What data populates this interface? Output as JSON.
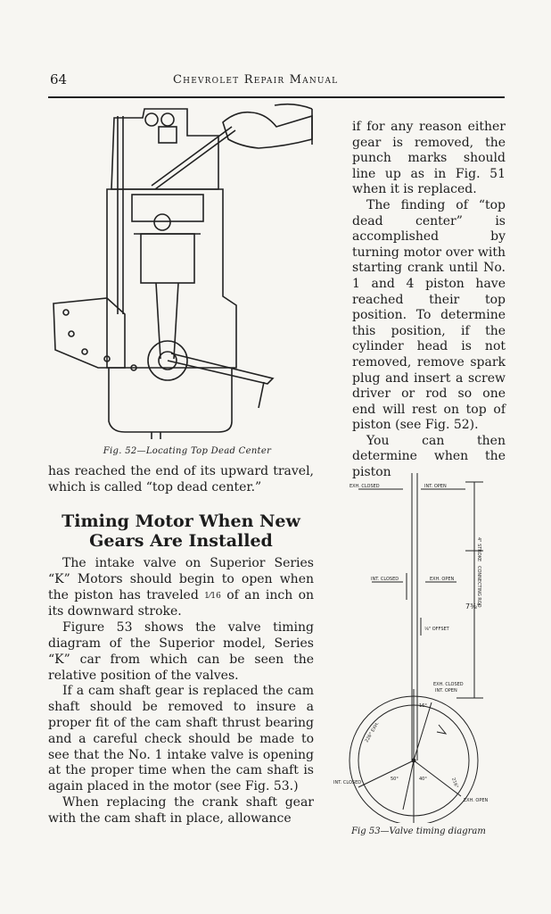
{
  "header": {
    "page_number": "64",
    "running_title": "Chevrolet Repair Manual"
  },
  "figure52": {
    "caption": "Fig. 52—Locating Top Dead Center"
  },
  "left_column": {
    "continuation": "has reached the end of its upward travel, which is called “top dead center.”",
    "heading": "Timing Motor When New Gears Are Installed",
    "paragraphs": [
      "The intake valve on Superior Series “K” Motors should begin to open when the piston has traveled",
      "of an inch on its downward stroke.",
      "Figure 53 shows the valve timing diagram of the Superior model, Series “K” car from which can be seen the relative position of the valves.",
      "If a cam shaft gear is replaced the cam shaft should be removed to insure a proper fit of the cam shaft thrust bearing and a careful check should be made to see that the No. 1 intake valve is opening at the proper time when the cam shaft is again placed in the motor (see Fig. 53.)",
      "When replacing the crank shaft gear with the cam shaft in place, allowance"
    ],
    "fraction": "1⁄16"
  },
  "right_column": {
    "paragraphs": [
      "if for any reason either gear is removed, the punch marks should line up as in Fig. 51 when it is replaced.",
      "The finding of “top dead center” is accomplished by turning motor over with starting crank until No. 1 and 4 piston have reached their top position. To determine this position, if the cylinder head is not removed, remove spark plug and insert a screw driver or rod so one end will rest on top of piston (see Fig. 52).",
      "You can then determine when the piston"
    ]
  },
  "figure53": {
    "caption": "Fig 53—Valve timing diagram",
    "labels": {
      "exh_closed_top": "EXH. CLOSED",
      "int_open_top": "INT. OPEN",
      "stroke": "4\" STROKE",
      "connecting_rod": "CONNECTING ROD",
      "rod_length": "7⅜\"",
      "int_closed_mid": "INT. CLOSED",
      "exh_open_mid": "EXH. OPEN",
      "offset": "⅛\" OFFSET",
      "exh_closed_low": "EXH. CLOSED",
      "int_open_low": "INT. OPEN",
      "int_closed_bottom": "INT. CLOSED",
      "exh_open_bottom": "EXH. OPEN",
      "angle_exh": "226° EXH.",
      "angle_int": "216°",
      "angle_a": "16°",
      "angle_b": "50°",
      "angle_c": "40°"
    }
  }
}
